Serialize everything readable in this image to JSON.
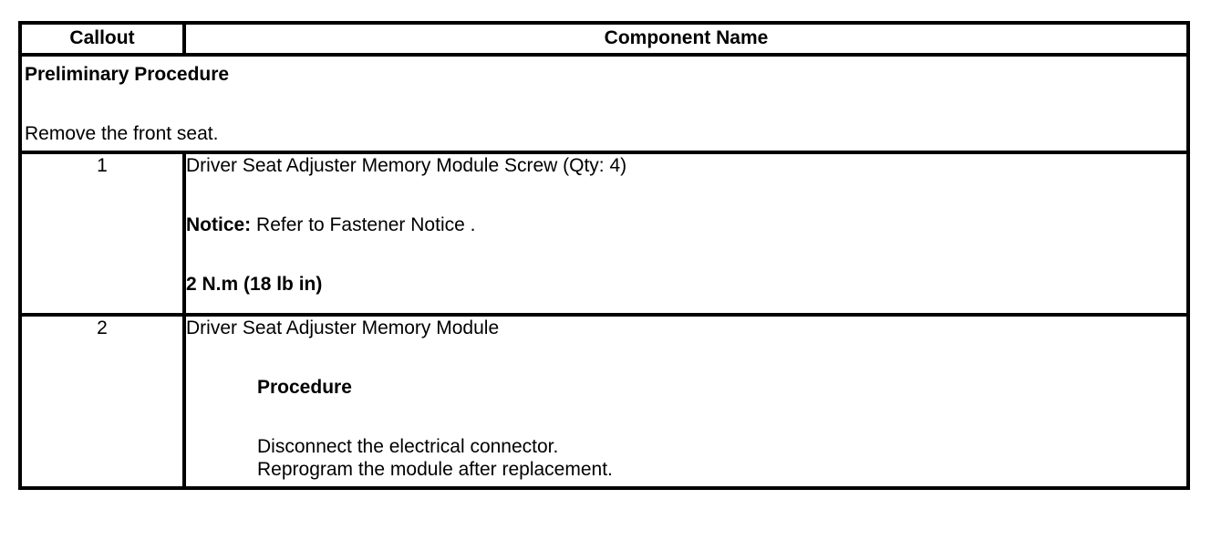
{
  "table": {
    "headers": {
      "callout": "Callout",
      "component": "Component Name"
    },
    "preliminary": {
      "title": "Preliminary Procedure",
      "body": "Remove the front seat."
    },
    "rows": [
      {
        "callout": "1",
        "component_name": "Driver Seat Adjuster Memory Module Screw (Qty: 4)",
        "notice_label": "Notice:",
        "notice_text": " Refer to Fastener Notice .",
        "torque_spec": "2 N.m (18 lb in)"
      },
      {
        "callout": "2",
        "component_name": "Driver Seat Adjuster Memory Module",
        "procedure_heading": "Procedure",
        "steps": [
          "Disconnect the electrical connector.",
          "Reprogram the module after replacement."
        ]
      }
    ]
  },
  "colors": {
    "border": "#000000",
    "background": "#ffffff",
    "text": "#000000"
  }
}
